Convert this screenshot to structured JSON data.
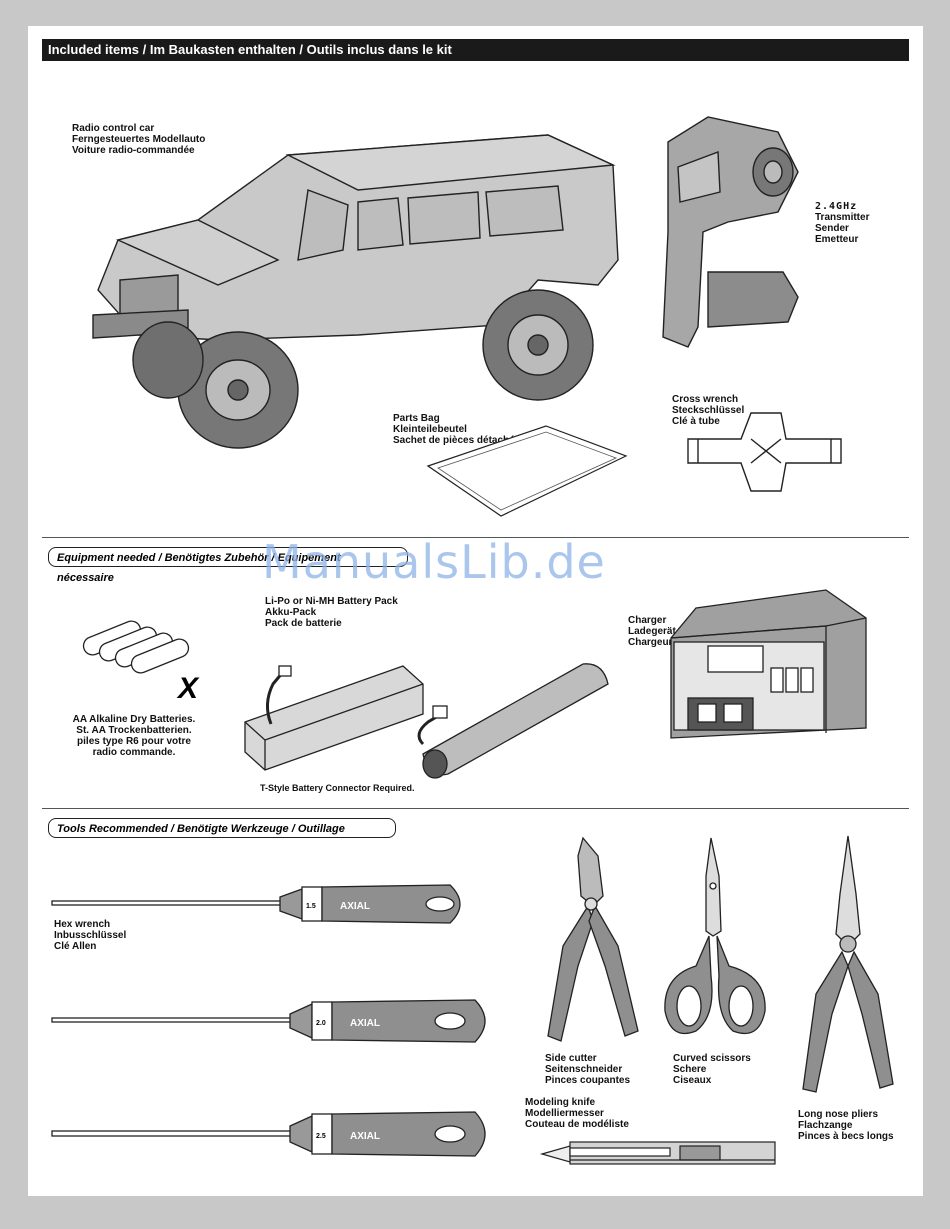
{
  "header": {
    "title": "Included items / Im Baukasten enthalten / Outils inclus dans le kit"
  },
  "included": {
    "car": [
      "Radio control car",
      "Ferngesteuertes Modellauto",
      "Voiture radio-commandée"
    ],
    "transmitter": [
      "2.4GHz",
      "Transmitter",
      "Sender",
      "Emetteur"
    ],
    "parts_bag": [
      "Parts Bag",
      "Kleinteilebeutel",
      "Sachet de pièces détachées"
    ],
    "cross_wrench": [
      "Cross  wrench",
      "Steckschlüssel",
      "Clé  à  tube"
    ]
  },
  "equipment": {
    "heading": "Equipment needed / Benötigtes Zubehör / Equipement nécessaire",
    "aa": [
      "AA Alkaline Dry Batteries.",
      "St. AA Trockenbatterien.",
      "piles type R6 pour votre",
      "radio commande."
    ],
    "x_mark": "X",
    "battery_pack": [
      "Li-Po or Ni-MH Battery Pack",
      "Akku-Pack",
      "Pack de batterie"
    ],
    "connector_note": "T-Style Battery Connector Required.",
    "charger": [
      "Charger",
      "Ladegerät",
      "Chargeur"
    ]
  },
  "tools": {
    "heading": "Tools Recommended / Benötigte Werkzeuge / Outillage",
    "hex": [
      "Hex  wrench",
      "Inbusschlüssel",
      "Clé  Allen"
    ],
    "sizes": [
      "1.5",
      "2.0",
      "2.5"
    ],
    "brand": "AXIAL",
    "side_cutter": [
      "Side  cutter",
      "Seitenschneider",
      "Pinces  coupantes"
    ],
    "scissors": [
      "Curved  scissors",
      "Schere",
      "Ciseaux"
    ],
    "knife": [
      "Modeling  knife",
      "Modelliermesser",
      "Couteau  de  modéliste"
    ],
    "pliers": [
      "Long  nose  pliers",
      "Flachzange",
      "Pinces  à  becs  longs"
    ]
  },
  "watermark": "ManualsLib.de",
  "colors": {
    "header_bg": "#1a1a1a",
    "page_bg": "#ffffff",
    "frame_bg": "#c8c8c8",
    "watermark": "#8fb3e6"
  }
}
